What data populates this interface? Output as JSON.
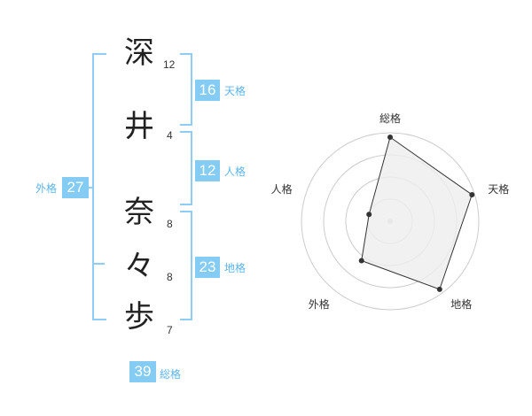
{
  "characters": [
    {
      "char": "深",
      "strokes": "12"
    },
    {
      "char": "井",
      "strokes": "4"
    },
    {
      "char": "奈",
      "strokes": "8"
    },
    {
      "char": "々",
      "strokes": "8"
    },
    {
      "char": "歩",
      "strokes": "7"
    }
  ],
  "kakusu": {
    "tenkaku": {
      "value": "16",
      "label": "天格"
    },
    "jinkaku": {
      "value": "12",
      "label": "人格"
    },
    "chikaku": {
      "value": "23",
      "label": "地格"
    },
    "gaikaku": {
      "value": "27",
      "label": "外格"
    },
    "soukaku": {
      "value": "39",
      "label": "総格"
    }
  },
  "colors": {
    "accent": "#85CCF5",
    "bracket": "#8FCDF5",
    "label": "#5DB5EC",
    "radar_fill": "#EEEEEE",
    "radar_stroke": "#333333",
    "ring": "#CCCCCC"
  },
  "chart_data": {
    "type": "radar",
    "axes": [
      "総格",
      "天格",
      "地格",
      "外格",
      "人格"
    ],
    "values": [
      0.95,
      0.97,
      0.95,
      0.55,
      0.25
    ],
    "range": [
      0,
      1
    ],
    "rings": 4,
    "grid": true
  }
}
